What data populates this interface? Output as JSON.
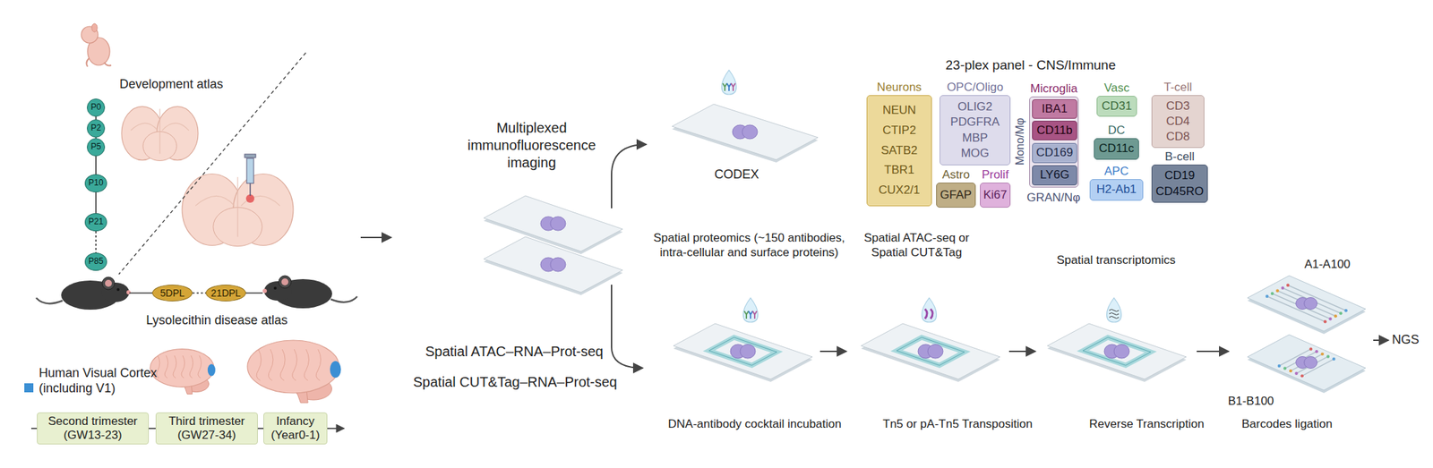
{
  "diagram": {
    "nodes": [
      {
        "text": [
          "P0"
        ]
      },
      {
        "text": [
          "P2"
        ]
      },
      {
        "text": [
          "P5"
        ]
      },
      {
        "text": [
          "P10"
        ]
      },
      {
        "text": [
          "P21"
        ]
      },
      {
        "text": [
          "P85"
        ]
      },
      {
        "text": [
          "5DPL"
        ]
      },
      {
        "text": [
          "21DPL"
        ]
      },
      {
        "text": [
          "Second trimester",
          "(GW13-23)"
        ]
      },
      {
        "text": [
          "Third trimester",
          "(GW27-34)"
        ]
      },
      {
        "text": [
          "Infancy",
          "(Year0-1)"
        ]
      },
      {
        "text": [
          "Neurons",
          "NEUN",
          "CTIP2",
          "SATB2",
          "TBR1",
          "CUX2/1"
        ]
      },
      {
        "text": [
          "OPC/Oligo",
          "OLIG2",
          "PDGFRA",
          "MBP",
          "MOG"
        ]
      },
      {
        "text": [
          "Astro",
          "GFAP"
        ]
      },
      {
        "text": [
          "Prolif",
          "Ki67"
        ]
      },
      {
        "text": [
          "Microglia"
        ]
      },
      {
        "text": [
          "IBA1"
        ],
        "in": 15
      },
      {
        "text": [
          "CD11b"
        ],
        "in": 15
      },
      {
        "text": [
          "CD169"
        ],
        "in": 15
      },
      {
        "text": [
          "LY6G"
        ],
        "in": 15
      },
      {
        "text": [
          "Vasc",
          "CD31"
        ]
      },
      {
        "text": [
          "DC",
          "CD11c"
        ]
      },
      {
        "text": [
          "APC",
          "H2-Ab1"
        ]
      },
      {
        "text": [
          "T-cell",
          "CD3",
          "CD4",
          "CD8"
        ]
      },
      {
        "text": [
          "B-cell",
          "CD19",
          "CD45RO"
        ]
      }
    ],
    "edges": [
      {
        "from": 0,
        "to": 1,
        "arrow": "none"
      },
      {
        "from": 1,
        "to": 2,
        "arrow": "none"
      },
      {
        "from": 2,
        "to": 3,
        "arrow": "none"
      },
      {
        "from": 3,
        "to": 4,
        "arrow": "none"
      },
      {
        "from": 4,
        "to": 5,
        "arrow": "none"
      },
      {
        "from": 6,
        "to": 7,
        "arrow": "none"
      }
    ],
    "labels": [
      "Development atlas",
      "Lysolecithin disease atlas",
      "Multiplexed immunofluorescence imaging",
      "CODEX",
      "23-plex panel - CNS/Immune",
      "Mono/Mφ",
      "GRAN/Nφ",
      "Spatial ATAC–RNA–Prot-seq",
      "Spatial CUT&Tag–RNA–Prot-seq",
      "Spatial proteomics (~150 antibodies, intra-cellular and surface proteins)",
      "Spatial ATAC-seq or Spatial CUT&Tag",
      "Spatial transcriptomics",
      "DNA-antibody cocktail incubation",
      "Tn5 or pA-Tn5 Transposition",
      "Reverse Transcription",
      "Barcodes ligation",
      "A1-A100",
      "B1-B100",
      "NGS"
    ],
    "legend": [
      {
        "text": "Human Visual Cortex (including V1)",
        "color": "#3b8fd4"
      }
    ]
  }
}
